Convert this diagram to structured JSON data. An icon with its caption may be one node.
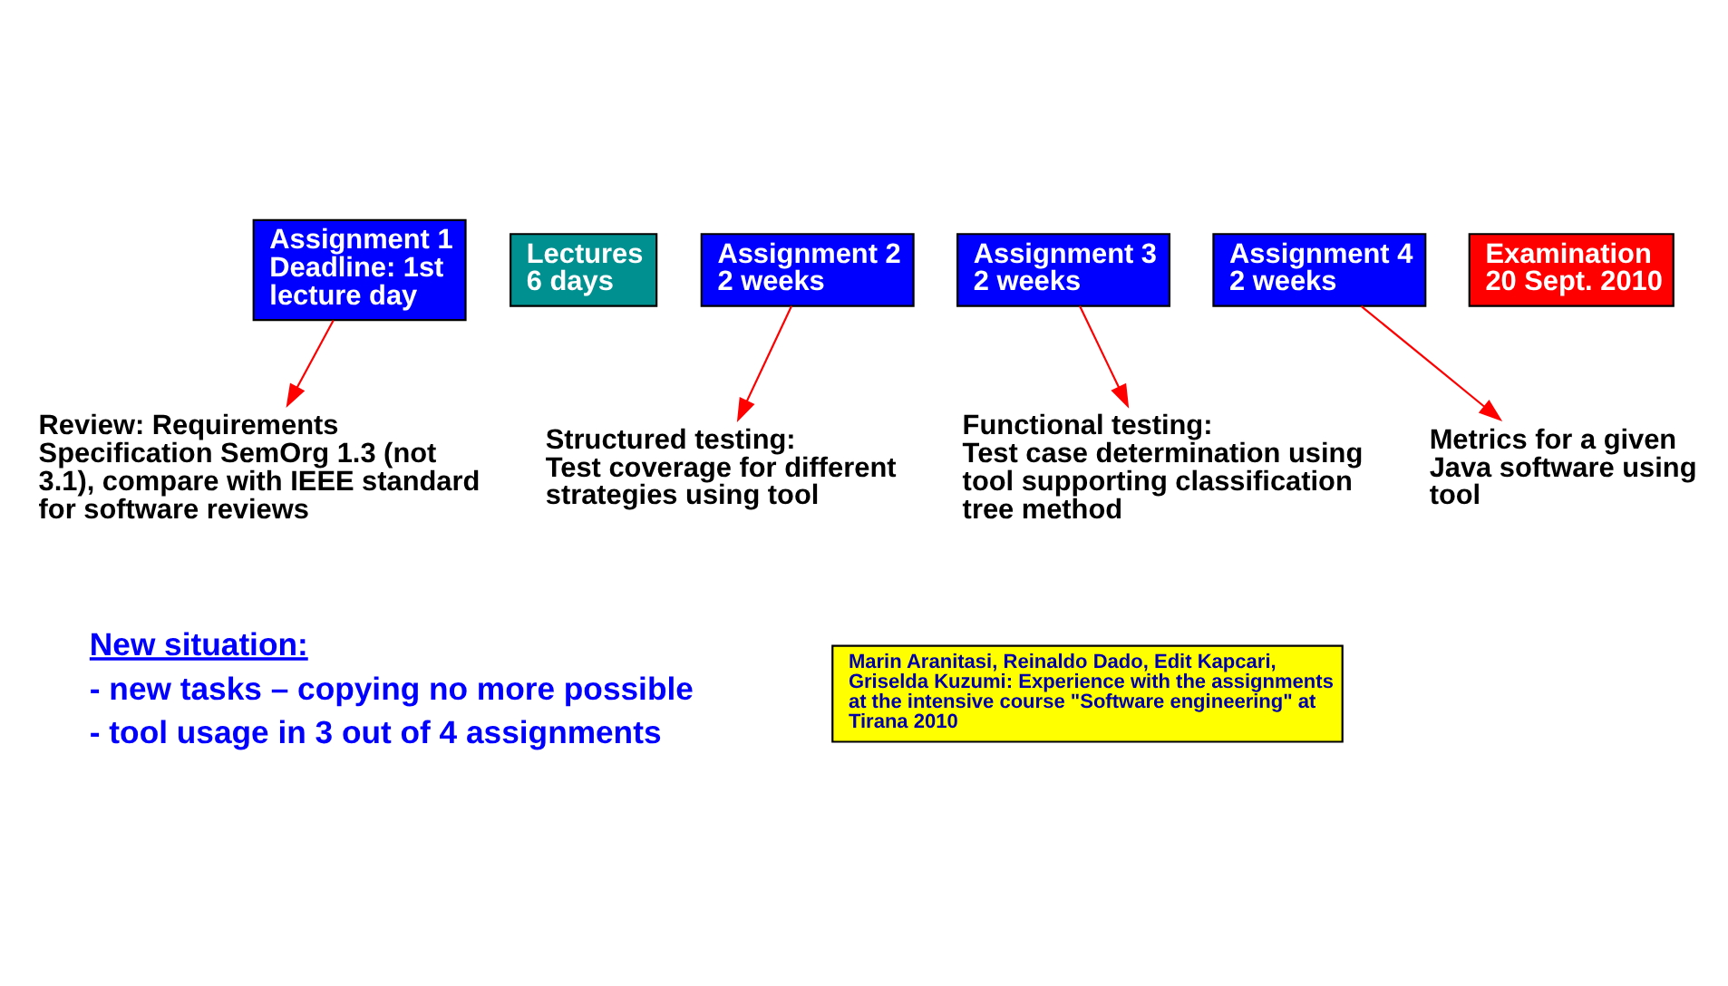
{
  "diagram": {
    "nodes": [
      {
        "text": [
          "Assignment 1",
          "Deadline: 1st lecture day"
        ]
      },
      {
        "text": [
          "Lectures",
          "6 days"
        ]
      },
      {
        "text": [
          "Assignment 2",
          "2 weeks"
        ]
      },
      {
        "text": [
          "Assignment 3",
          "2 weeks"
        ]
      },
      {
        "text": [
          "Assignment 4",
          "2 weeks"
        ]
      },
      {
        "text": [
          "Examination",
          "20 Sept. 2010"
        ]
      },
      {
        "text": [
          "Review: Requirements Specification SemOrg 1.3 (not 3.1), compare with IEEE standard for software reviews"
        ]
      },
      {
        "text": [
          "Structured testing:",
          "Test coverage for different strategies using tool"
        ]
      },
      {
        "text": [
          "Metrics for a given Java software using tool"
        ]
      },
      {
        "text": [
          "Functional testing:",
          "Test case determination using tool supporting classification tree method"
        ]
      },
      {
        "text": [
          "Marin Aranitasi, Reinaldo Dado, Edit Kapcari, Griselda Kuzumi: Experience with the assignments at the intensive course \"Software engineering\" at Tirana 2010"
        ]
      }
    ],
    "edges": [
      {
        "from": 0,
        "to": 6,
        "arrow": "to"
      },
      {
        "from": 2,
        "to": 7,
        "arrow": "to"
      },
      {
        "from": 3,
        "to": 9,
        "arrow": "to"
      },
      {
        "from": 4,
        "to": 8,
        "arrow": "to"
      }
    ],
    "labels": [
      "New situation:",
      "- new tasks – copying no more possible",
      "- tool usage in 3 out of 4 assignments"
    ]
  }
}
